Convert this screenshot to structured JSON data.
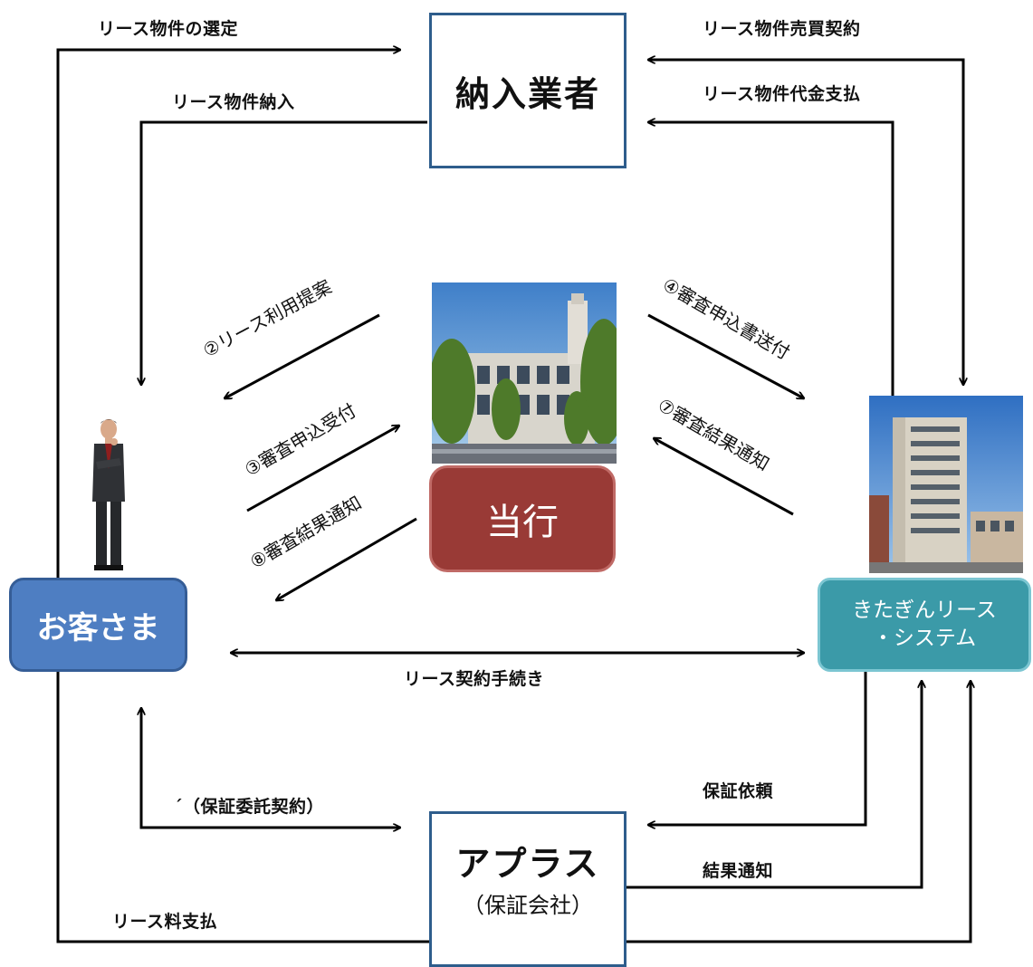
{
  "nodes": {
    "supplier": {
      "title": "納入業者"
    },
    "customer": {
      "title": "お客さま"
    },
    "bank": {
      "title": "当行"
    },
    "lease_company": {
      "line1": "きたぎんリース",
      "line2": "・システム"
    },
    "guarantor": {
      "title": "アプラス",
      "subtitle": "（保証会社）"
    }
  },
  "flows": {
    "selection": "リース物件の選定",
    "delivery": "リース物件納入",
    "sales_contract": "リース物件売買契約",
    "payment": "リース物件代金支払",
    "proposal": "②リース利用提案",
    "application_received": "③審査申込受付",
    "result_to_customer": "⑧審査結果通知",
    "application_sent": "④審査申込書送付",
    "result_to_bank": "⑦審査結果通知",
    "lease_procedure": "リース契約手続き",
    "guarantee_contract": "´（保証委託契約）",
    "guarantee_request": "保証依頼",
    "result_notice": "結果通知",
    "lease_payment": "リース料支払"
  },
  "colors": {
    "customer_fill": "#4e7ec2",
    "bank_fill": "#993a36",
    "lease_fill": "#3b9aa8",
    "box_border": "#2e5d8c"
  }
}
